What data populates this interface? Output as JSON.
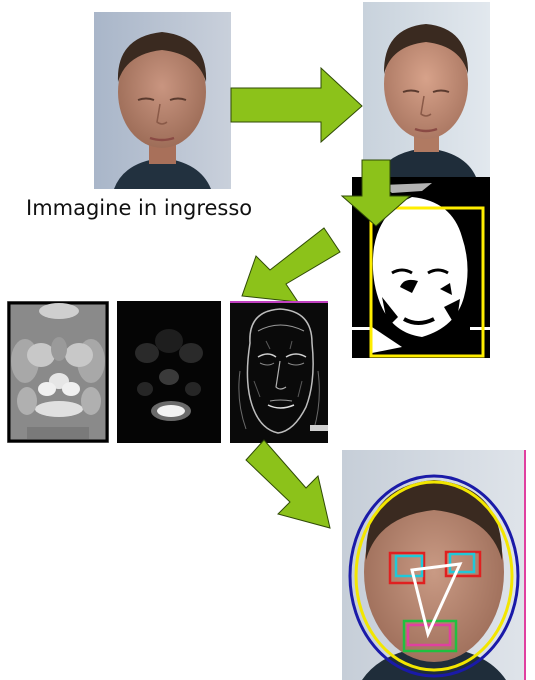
{
  "caption": "Immagine in ingresso",
  "colors": {
    "arrow": "#8cc21a",
    "arrow_outline": "#2f4a06",
    "face_box": "#ffee00",
    "ellipse_outer": "#1a1aa8",
    "ellipse_inner": "#f2e600",
    "eye_box_outer": "#e02020",
    "eye_box_inner": "#20c8d8",
    "mouth_box_outer": "#20c040",
    "mouth_box_inner": "#e040a0",
    "triangle": "#ffffff"
  },
  "stages": [
    {
      "id": "input-photo",
      "icon": "face-photo"
    },
    {
      "id": "processed-photo",
      "icon": "face-photo"
    },
    {
      "id": "binary-mask",
      "icon": "face-silhouette"
    },
    {
      "id": "grayscale-map",
      "icon": "face-blur"
    },
    {
      "id": "dark-map",
      "icon": "face-blur-dark"
    },
    {
      "id": "edge-map",
      "icon": "face-edges"
    },
    {
      "id": "detected-features",
      "icon": "face-annotated"
    }
  ]
}
